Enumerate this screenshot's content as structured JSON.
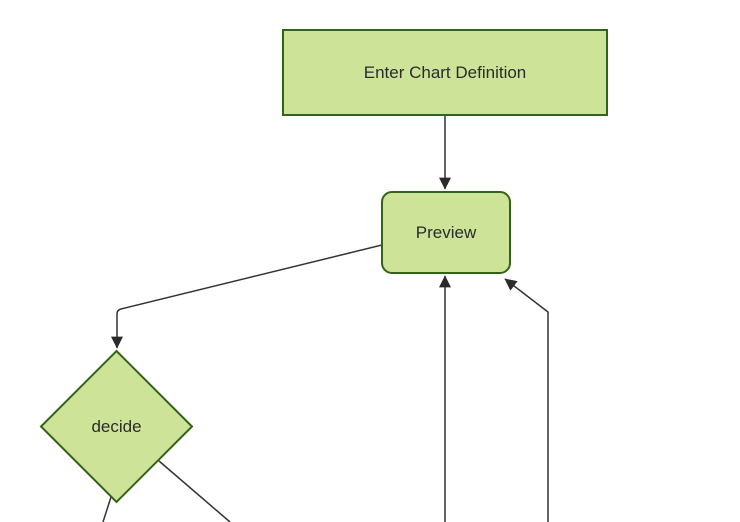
{
  "diagram": {
    "type": "flowchart",
    "direction": "top-down",
    "nodes": [
      {
        "id": "A",
        "label": "Enter Chart Definition",
        "shape": "rectangle"
      },
      {
        "id": "B",
        "label": "Preview",
        "shape": "rounded-rectangle"
      },
      {
        "id": "C",
        "label": "decide",
        "shape": "diamond"
      }
    ],
    "edges": [
      {
        "from": "Enter Chart Definition",
        "to": "Preview",
        "arrowhead": true
      },
      {
        "from": "Preview",
        "to": "decide",
        "arrowhead": true
      },
      {
        "from": "offscreen-bottom-center",
        "to": "Preview",
        "arrowhead": true
      },
      {
        "from": "offscreen-bottom-right",
        "to": "Preview",
        "arrowhead": true
      },
      {
        "from": "decide",
        "to": "offscreen-bottom-left",
        "arrowhead": false
      },
      {
        "from": "decide",
        "to": "offscreen-bottom",
        "arrowhead": false
      }
    ],
    "colors": {
      "node_fill": "#cde498",
      "node_border": "#33621a",
      "edge_stroke": "#333333",
      "arrowhead_fill": "#2b2b2b",
      "label_text": "#2b2b2b",
      "background": "#ffffff"
    }
  }
}
